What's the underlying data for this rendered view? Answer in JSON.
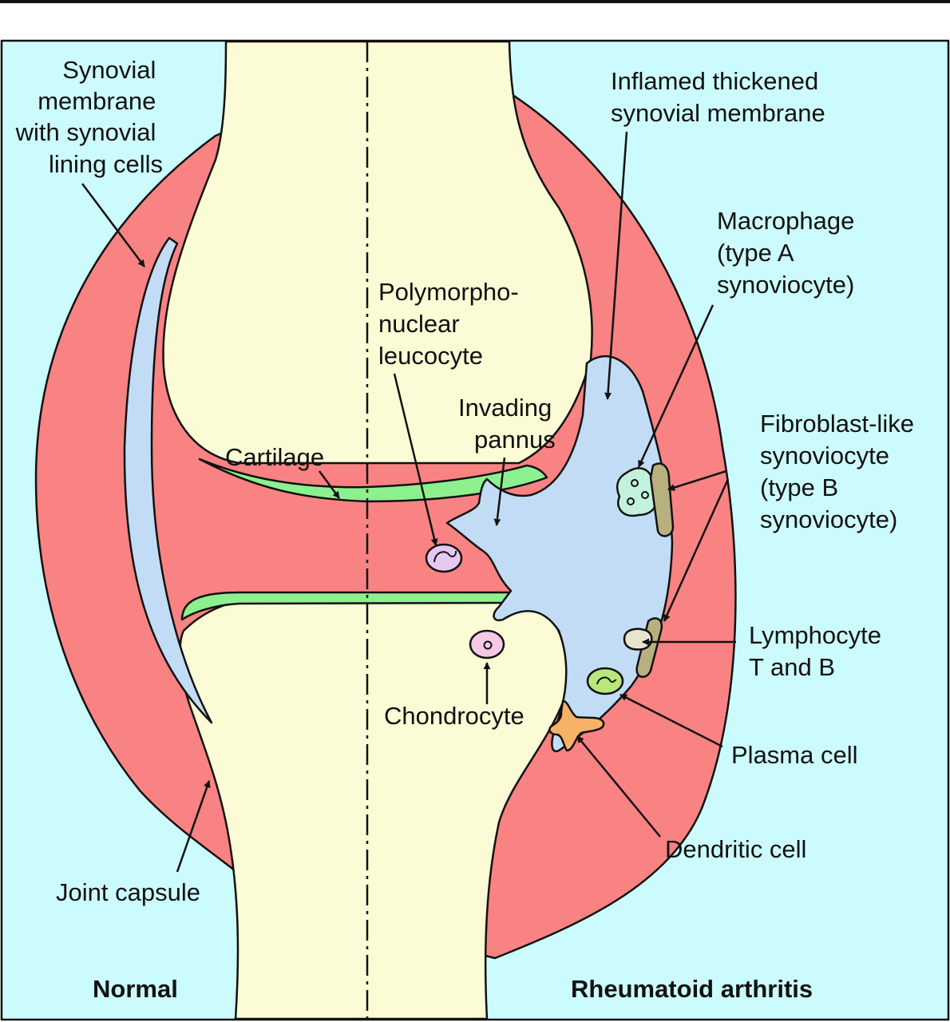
{
  "colors": {
    "background": "#ccfbfd",
    "capsule": "#f98282",
    "bone": "#fbfbd5",
    "cartilage": "#8df08e",
    "synovium": "#c2dcf5",
    "macrophage": "#c2f2dc",
    "fibroblast": "#b9b07f",
    "lymphocyte": "#e9e4cf",
    "plasma_cell": "#b8e87a",
    "dendritic_cell": "#f7b267",
    "pmn": "#e6c7f2",
    "chondrocyte": "#f6c8e6"
  },
  "sides": {
    "normal": "Normal",
    "ra": "Rheumatoid arthritis"
  },
  "labels": {
    "synovial_membrane": [
      "Synovial",
      "membrane",
      "with synovial",
      "lining cells"
    ],
    "cartilage": "Cartilage",
    "joint_capsule": "Joint capsule",
    "inflamed_membrane": [
      "Inflamed thickened",
      "synovial membrane"
    ],
    "macrophage": [
      "Macrophage",
      "(type A",
      "synoviocyte)"
    ],
    "pmn": [
      "Polymorpho-",
      "nuclear",
      "leucocyte"
    ],
    "pannus": [
      "Invading",
      "pannus"
    ],
    "fibroblast": [
      "Fibroblast-like",
      "synoviocyte",
      "(type B",
      "synoviocyte)"
    ],
    "lymphocyte": [
      "Lymphocyte",
      "T and B"
    ],
    "chondrocyte": "Chondrocyte",
    "plasma_cell": "Plasma cell",
    "dendritic_cell": "Dendritic cell"
  }
}
